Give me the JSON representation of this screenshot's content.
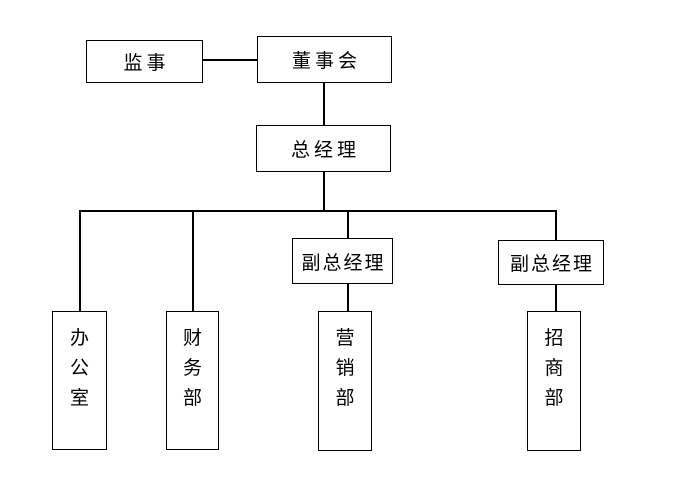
{
  "diagram": {
    "type": "org-chart",
    "background_color": "#ffffff",
    "line_color": "#000000",
    "text_color": "#000000",
    "nodes": [
      {
        "id": "supervisor",
        "label": "监事",
        "orientation": "horizontal"
      },
      {
        "id": "board",
        "label": "董事会",
        "orientation": "horizontal"
      },
      {
        "id": "general-manager",
        "label": "总经理",
        "orientation": "horizontal"
      },
      {
        "id": "deputy-gm-left",
        "label": "副总经理",
        "orientation": "horizontal"
      },
      {
        "id": "deputy-gm-right",
        "label": "副总经理",
        "orientation": "horizontal"
      },
      {
        "id": "office",
        "label": "办公室",
        "orientation": "vertical"
      },
      {
        "id": "finance-dept",
        "label": "财务部",
        "orientation": "vertical"
      },
      {
        "id": "marketing-dept",
        "label": "营销部",
        "orientation": "vertical"
      },
      {
        "id": "investment-dept",
        "label": "招商部",
        "orientation": "vertical"
      }
    ],
    "edges": [
      {
        "from": "supervisor",
        "to": "board",
        "type": "lateral"
      },
      {
        "from": "board",
        "to": "general-manager",
        "type": "reports"
      },
      {
        "from": "general-manager",
        "to": "office",
        "type": "reports"
      },
      {
        "from": "general-manager",
        "to": "finance-dept",
        "type": "reports"
      },
      {
        "from": "general-manager",
        "to": "deputy-gm-left",
        "type": "reports"
      },
      {
        "from": "general-manager",
        "to": "deputy-gm-right",
        "type": "reports"
      },
      {
        "from": "deputy-gm-left",
        "to": "marketing-dept",
        "type": "reports"
      },
      {
        "from": "deputy-gm-right",
        "to": "investment-dept",
        "type": "reports"
      }
    ]
  }
}
